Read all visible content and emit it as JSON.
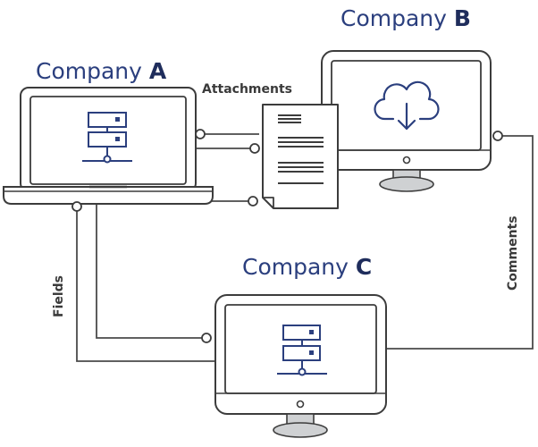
{
  "companies": {
    "a": {
      "name": "Company",
      "letter": "A"
    },
    "b": {
      "name": "Company",
      "letter": "B"
    },
    "c": {
      "name": "Company",
      "letter": "C"
    }
  },
  "connections": {
    "attachments": "Attachments",
    "fields": "Fields",
    "comments": "Comments"
  },
  "icons": {
    "company_a": "server-icon",
    "company_b": "cloud-download-icon",
    "company_c": "server-icon",
    "transfer": "document-icon"
  },
  "colors": {
    "outline": "#3c3c3c",
    "icon": "#2b3f7e",
    "stand": "#cfd1d3"
  }
}
